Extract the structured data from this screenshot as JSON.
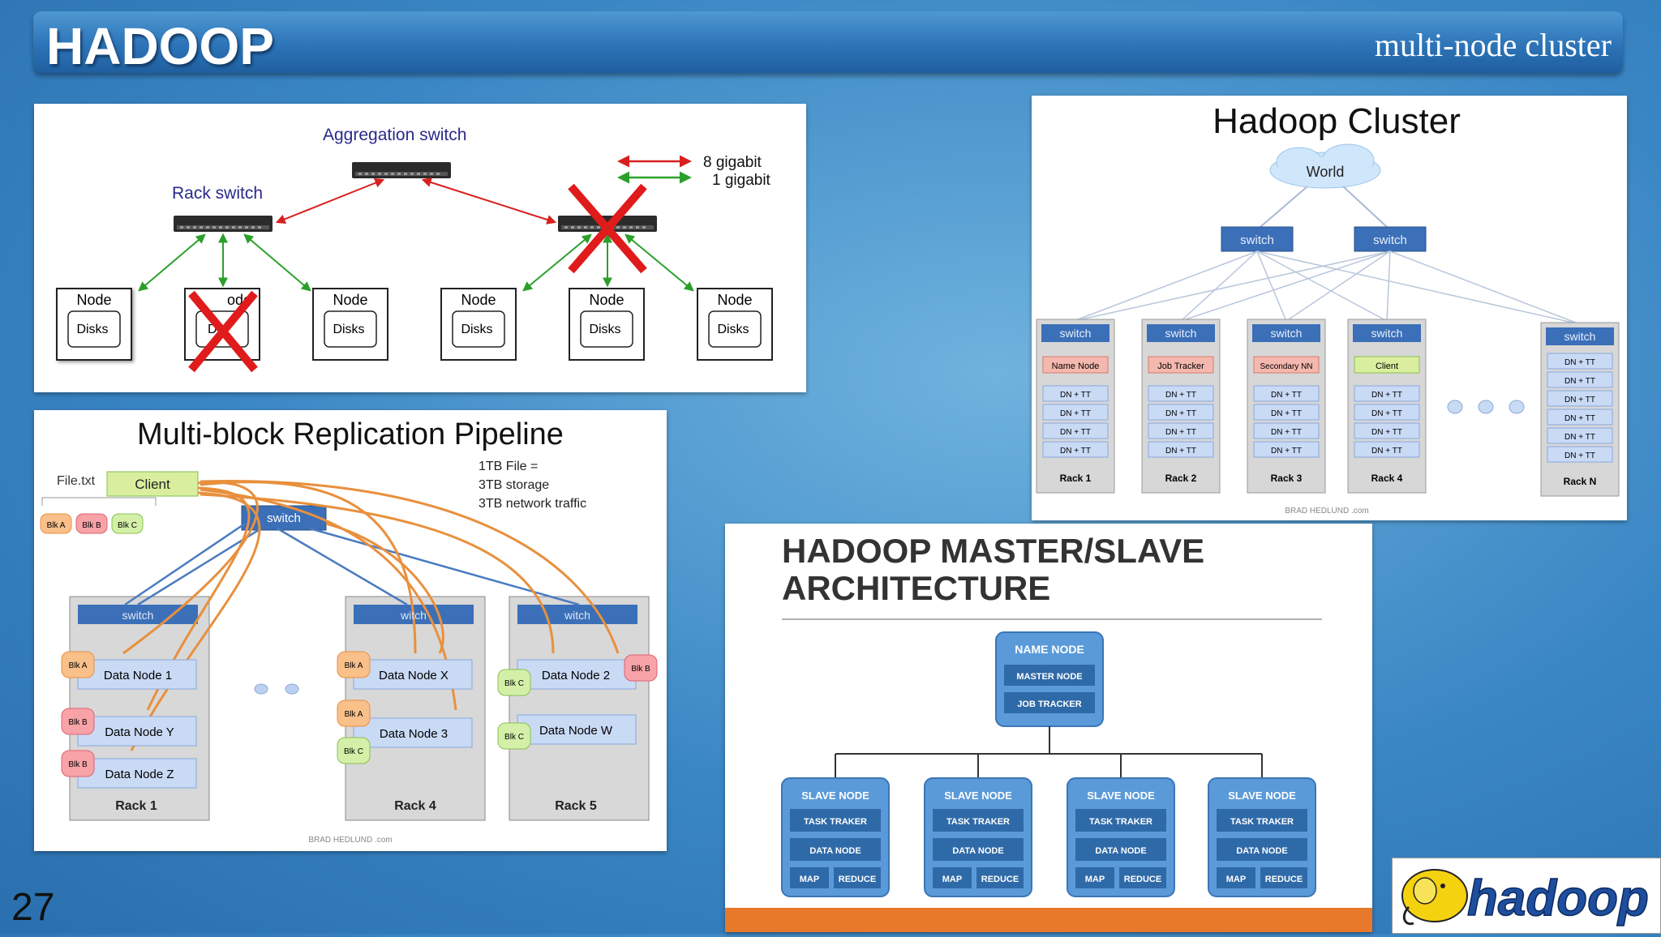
{
  "slide": {
    "title": "HADOOP",
    "subtitle": "multi-node cluster",
    "page_number": "27"
  },
  "network": {
    "aggregation_label": "Aggregation switch",
    "rack_switch_label": "Rack switch",
    "legend": {
      "line1": "8 gigabit",
      "line2": "1 gigabit"
    },
    "node_label": "Node",
    "disks_label": "Disks",
    "partial_node_label": "ode",
    "partial_disks_label": "D"
  },
  "pipeline": {
    "title": "Multi-block Replication Pipeline",
    "file_label": "File.txt",
    "client_label": "Client",
    "switch_label": "switch",
    "rack_switch_label": "switch",
    "partial_switch_label": "witch",
    "blk_a": "Blk A",
    "blk_b": "Blk B",
    "blk_c": "Blk C",
    "note": [
      "1TB File =",
      "3TB storage",
      "3TB network traffic"
    ],
    "data_node_1": "Data Node 1",
    "data_node_y": "Data Node Y",
    "data_node_z": "Data Node Z",
    "data_node_x": "Data Node X",
    "data_node_3": "Data Node 3",
    "data_node_2": "Data Node 2",
    "data_node_w": "Data Node W",
    "rack1": "Rack 1",
    "rack4": "Rack 4",
    "rack5": "Rack 5",
    "credit": "BRAD HEDLUND .com"
  },
  "cluster": {
    "title": "Hadoop Cluster",
    "world_label": "World",
    "switch_label": "switch",
    "name_node": "Name Node",
    "job_tracker": "Job Tracker",
    "secondary_nn": "Secondary NN",
    "client": "Client",
    "dn_tt": "DN + TT",
    "rack1": "Rack 1",
    "rack2": "Rack 2",
    "rack3": "Rack 3",
    "rack4": "Rack 4",
    "rack_n": "Rack N",
    "credit": "BRAD HEDLUND .com"
  },
  "architecture": {
    "title_line1": "HADOOP MASTER/SLAVE",
    "title_line2": "ARCHITECTURE",
    "name_node": "NAME NODE",
    "master_node": "MASTER NODE",
    "job_tracker": "JOB TRACKER",
    "slave_node": "SLAVE NODE",
    "task_tracker": "TASK TRAKER",
    "data_node": "DATA NODE",
    "map": "MAP",
    "reduce": "REDUCE"
  },
  "logo": {
    "text": "hadoop"
  },
  "colors": {
    "switch_blue": "#3b6fb8",
    "orange_arrow": "#e8903d",
    "red_cross": "#e01b1b",
    "green_arrow": "#2aa02a",
    "red_arrow": "#d82020"
  }
}
